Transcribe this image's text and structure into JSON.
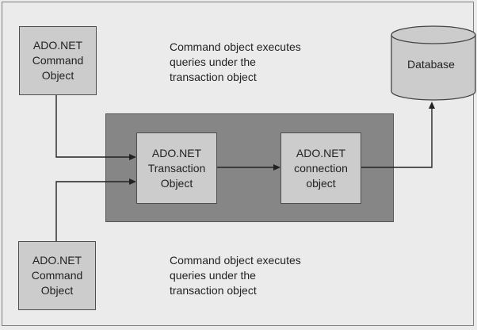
{
  "colors": {
    "canvas_background": "#ebebeb",
    "box_fill": "#cccccc",
    "group_fill": "#868686",
    "database_fill": "#cccccc",
    "line": "#222222"
  },
  "nodes": {
    "command_top": "ADO.NET\nCommand\nObject",
    "command_bottom": "ADO.NET\nCommand\nObject",
    "transaction": "ADO.NET\nTransaction\nObject",
    "connection": "ADO.NET\nconnection\nobject",
    "database": "Database"
  },
  "notes": {
    "top": "Command object executes\nqueries under the\ntransaction object",
    "bottom": "Command object executes\nqueries under the\ntransaction object"
  },
  "edges": [
    {
      "from": "command_top",
      "to": "transaction"
    },
    {
      "from": "command_bottom",
      "to": "transaction"
    },
    {
      "from": "transaction",
      "to": "connection"
    },
    {
      "from": "connection",
      "to": "database"
    }
  ]
}
